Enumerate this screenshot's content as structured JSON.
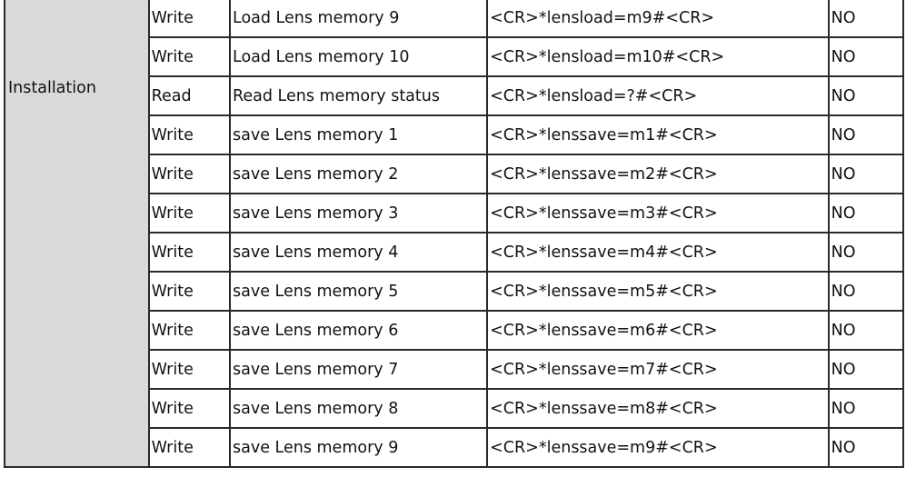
{
  "table": {
    "category": "Installation",
    "rows": [
      {
        "access": "Write",
        "description": "Load Lens memory 9",
        "command": "<CR>*lensload=m9#<CR>",
        "ret": "NO"
      },
      {
        "access": "Write",
        "description": "Load Lens memory 10",
        "command": "<CR>*lensload=m10#<CR>",
        "ret": "NO"
      },
      {
        "access": "Read",
        "description": "Read Lens memory status",
        "command": "<CR>*lensload=?#<CR>",
        "ret": "NO"
      },
      {
        "access": "Write",
        "description": "save Lens memory 1",
        "command": "<CR>*lenssave=m1#<CR>",
        "ret": "NO"
      },
      {
        "access": "Write",
        "description": "save Lens memory 2",
        "command": "<CR>*lenssave=m2#<CR>",
        "ret": "NO"
      },
      {
        "access": "Write",
        "description": "save Lens memory 3",
        "command": "<CR>*lenssave=m3#<CR>",
        "ret": "NO"
      },
      {
        "access": "Write",
        "description": "save Lens memory 4",
        "command": "<CR>*lenssave=m4#<CR>",
        "ret": "NO"
      },
      {
        "access": "Write",
        "description": "save Lens memory 5",
        "command": "<CR>*lenssave=m5#<CR>",
        "ret": "NO"
      },
      {
        "access": "Write",
        "description": "save Lens memory 6",
        "command": "<CR>*lenssave=m6#<CR>",
        "ret": "NO"
      },
      {
        "access": "Write",
        "description": "save Lens memory 7",
        "command": "<CR>*lenssave=m7#<CR>",
        "ret": "NO"
      },
      {
        "access": "Write",
        "description": "save Lens memory 8",
        "command": "<CR>*lenssave=m8#<CR>",
        "ret": "NO"
      },
      {
        "access": "Write",
        "description": "save Lens memory 9",
        "command": "<CR>*lenssave=m9#<CR>",
        "ret": "NO"
      }
    ]
  },
  "colors": {
    "category_background": "#d9d9d9",
    "border": "#2a2a2a",
    "text": "#111111"
  }
}
